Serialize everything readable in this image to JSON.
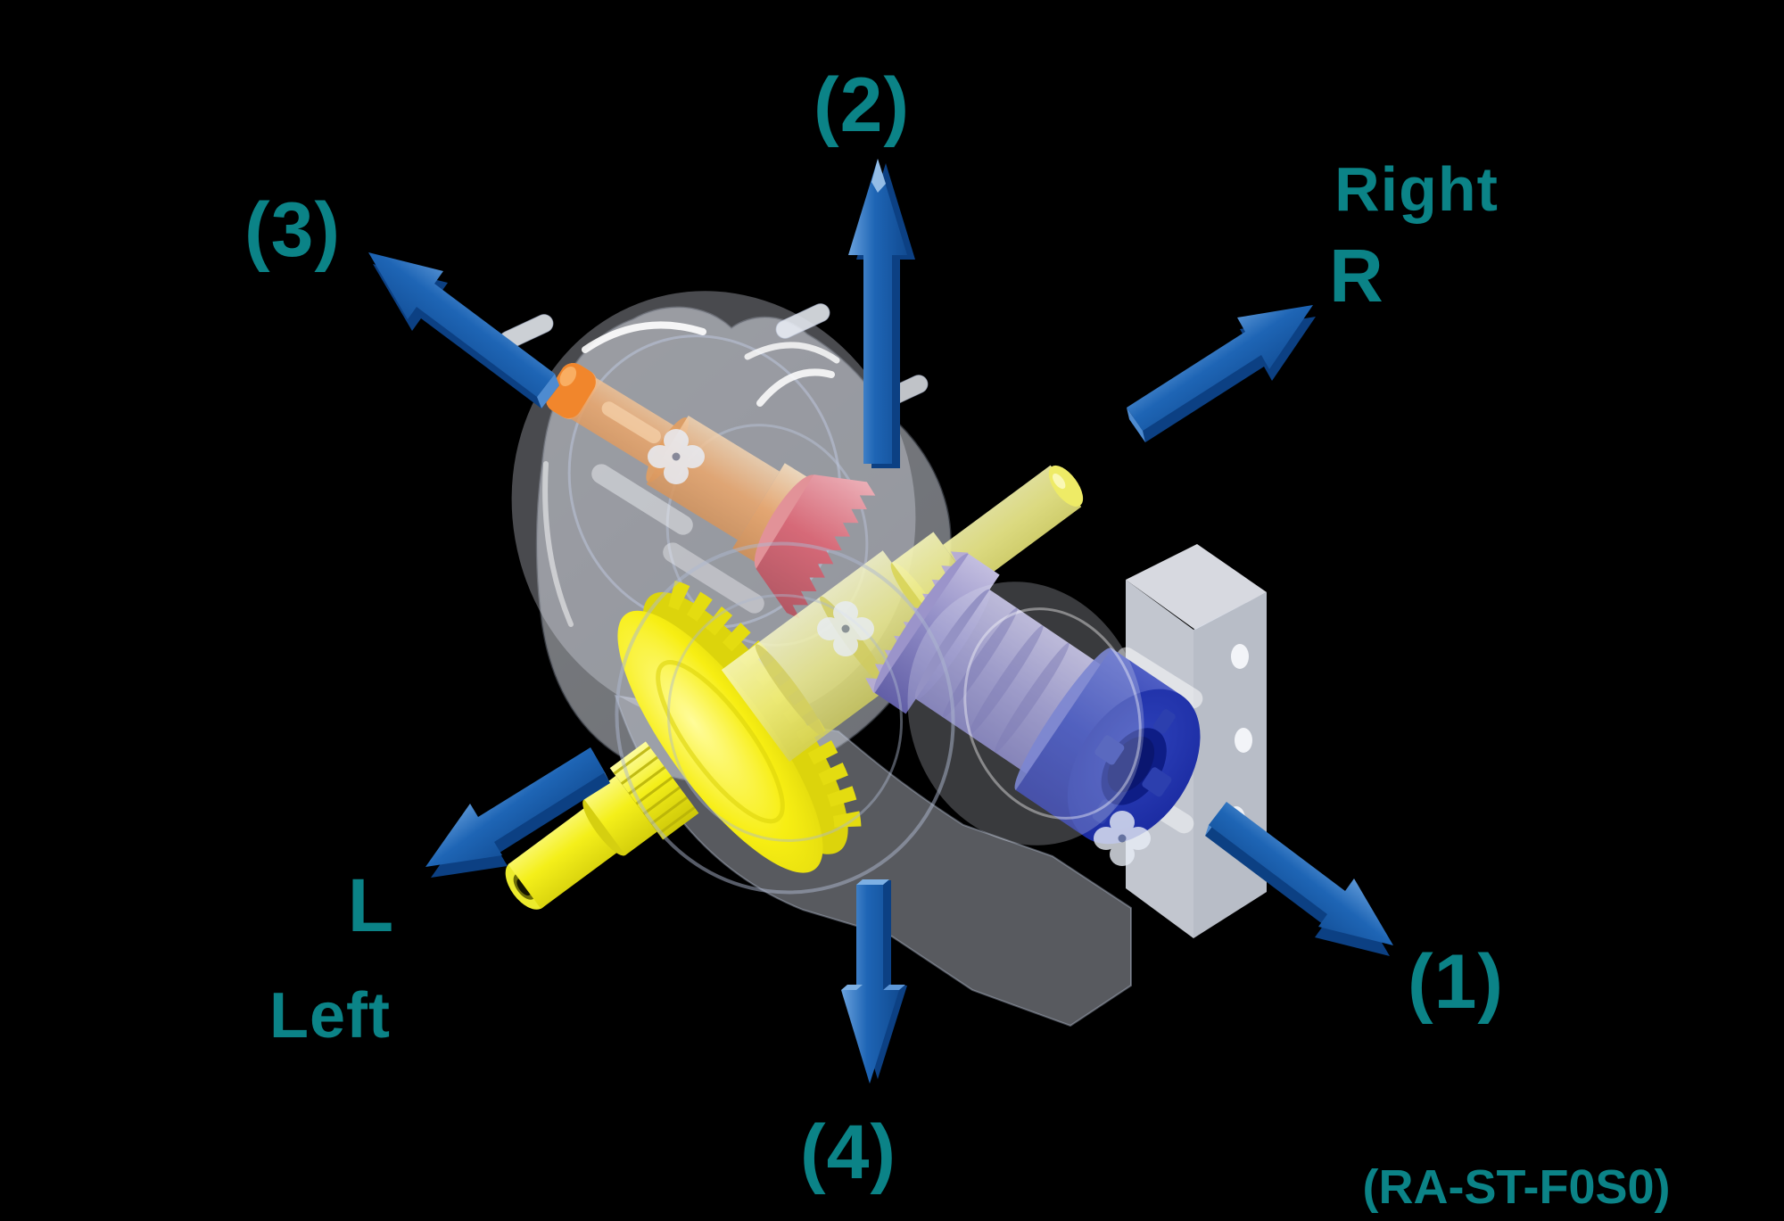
{
  "figure": {
    "background": "#000000",
    "colors": {
      "label-teal": "#0b8387",
      "arrow-blue": "#1e65b5",
      "arrow-blue-dark": "#0c4083",
      "housing-gray": "#dde3ef",
      "input-orange": "#f08a2e",
      "bevel-red": "#d02f3e",
      "gear-yellow": "#f4ef1a",
      "output-purple": "#8d89c4",
      "coupling-navy": "#16249a"
    },
    "labels": {
      "arrow_up": "(2)",
      "arrow_up_left": "(3)",
      "arrow_up_right_word": "Right",
      "arrow_up_right_letter": "R",
      "arrow_down_left_letter": "L",
      "arrow_down_left_word": "Left",
      "arrow_down": "(4)",
      "arrow_down_right": "(1)",
      "model_code": "(RA-ST-F0S0)"
    }
  }
}
